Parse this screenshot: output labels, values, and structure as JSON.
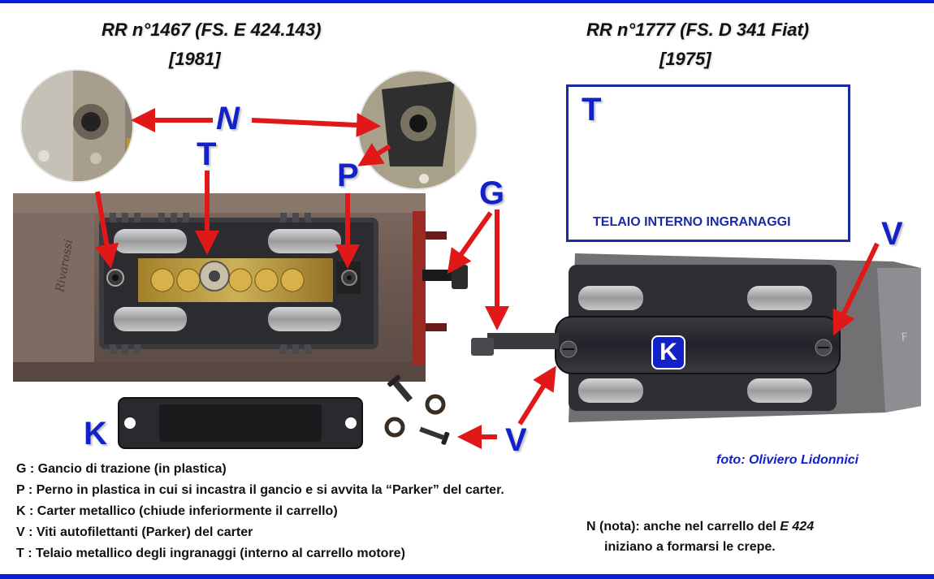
{
  "titles": {
    "left_title": "RR n°1467 (FS. E 424.143)",
    "left_year": "[1981]",
    "right_title": "RR n°1777 (FS. D 341 Fiat)",
    "right_year": "[1975]"
  },
  "callouts": {
    "N": "N",
    "T_left": "T",
    "P": "P",
    "G": "G",
    "T_inset": "T",
    "V_top": "V",
    "V_bottom": "V",
    "K_left": "K",
    "K_badge": "K"
  },
  "inset": {
    "caption": "TELAIO INTERNO INGRANAGGI"
  },
  "legend": [
    "G : Gancio di trazione (in plastica)",
    "P : Perno in plastica in cui si incastra il gancio e si avvita la “Parker” del carter.",
    "K : Carter metallico (chiude inferiormente il carrello)",
    "V : Viti autofilettanti (Parker) del carter",
    "T : Telaio metallico degli ingranaggi (interno al carrello motore)"
  ],
  "note": {
    "line1_prefix": "N (nota): anche nel carrello del ",
    "line1_model": "E 424",
    "line2": "iniziano a formarsi le crepe."
  },
  "credit": "foto: Oliviero Lidonnici",
  "colors": {
    "frame": "#0a1fd6",
    "callout_blue": "#1322c8",
    "arrow_red": "#e01818",
    "inset_border": "#1b2ba6"
  }
}
